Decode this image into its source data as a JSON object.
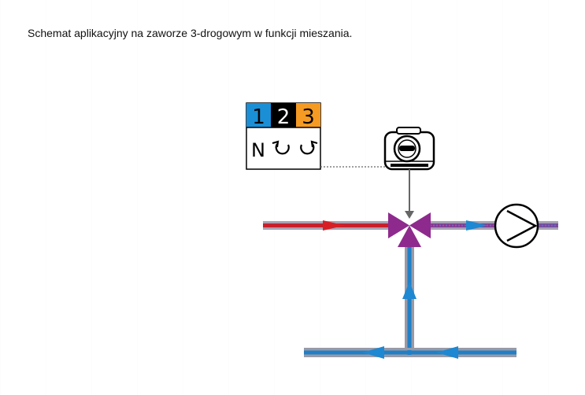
{
  "caption": "Schemat aplikacyjny na zaworze 3-drogowym w funkcji mieszania.",
  "legend": {
    "numbers": [
      "1",
      "2",
      "3"
    ],
    "colors": [
      "#1a8fd6",
      "#000000",
      "#f59a22"
    ],
    "modes": [
      "N",
      "counterclockwise-icon",
      "clockwise-icon"
    ],
    "mode_letter": "N"
  },
  "colors": {
    "hot_pipe": "#c8202a",
    "cold_pipe": "#1f80c8",
    "pipe_outline": "#9a9aa6",
    "valve": "#8e2a8e",
    "arrow_red": "#d81e25",
    "arrow_blue": "#1e88d2",
    "actuator": "#000000"
  }
}
